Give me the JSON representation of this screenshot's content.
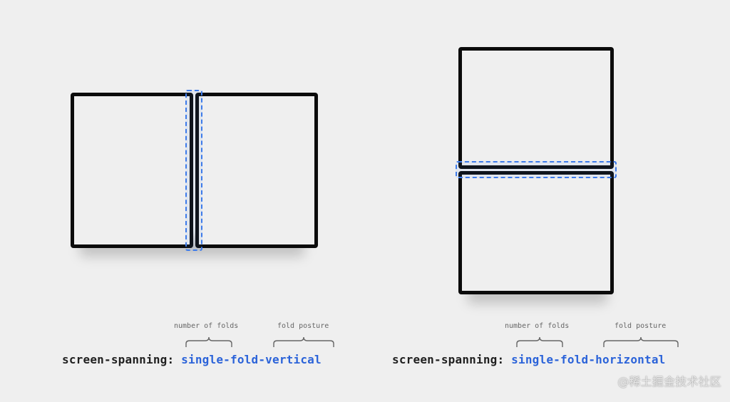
{
  "left_example": {
    "prefix": "screen-spanning:",
    "value": "single-fold-vertical",
    "annotation_folds": "number of folds",
    "annotation_posture": "fold posture"
  },
  "right_example": {
    "prefix": "screen-spanning:",
    "value": "single-fold-horizontal",
    "annotation_folds": "number of folds",
    "annotation_posture": "fold posture"
  },
  "watermark": "@稀土掘金技术社区",
  "colors": {
    "background": "#efefef",
    "frame": "#0b0b0b",
    "fold_highlight": "#3d7bea",
    "value_text": "#2b63d9"
  }
}
